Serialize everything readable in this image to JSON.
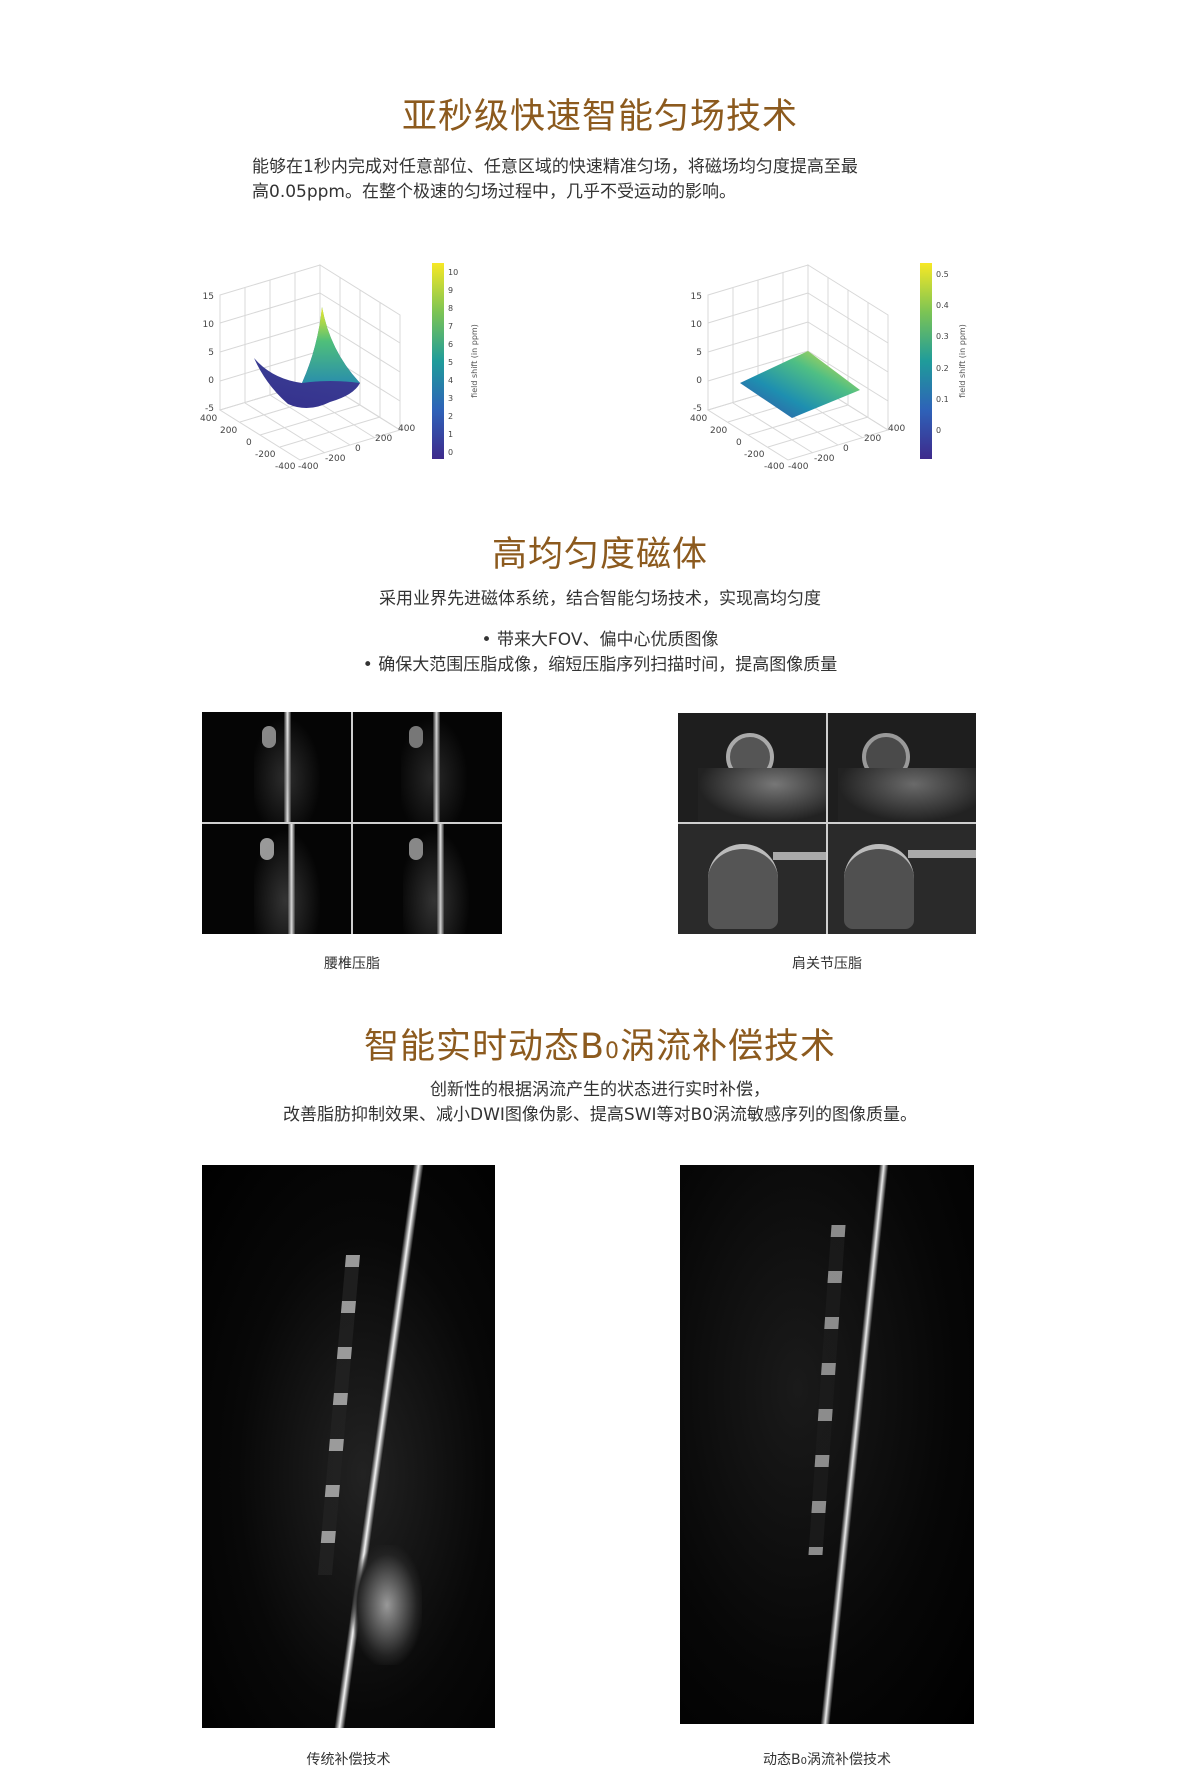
{
  "section1": {
    "title": "亚秒级快速智能匀场技术",
    "desc_line1": "能够在1秒内完成对任意部位、任意区域的快速精准匀场，将磁场均匀度提高至最",
    "desc_line2": "高0.05ppm。在整个极速的匀场过程中，几乎不受运动的影响。"
  },
  "chart_data": [
    {
      "type": "surface3d",
      "title": "",
      "z_ticks": [
        "15",
        "10",
        "5",
        "0",
        "-5"
      ],
      "x_ticks": [
        "400",
        "200",
        "0",
        "-200",
        "-400"
      ],
      "y_ticks": [
        "-400",
        "-200",
        "0",
        "200",
        "400"
      ],
      "colorbar_label": "field shift (in ppm)",
      "colorbar_ticks": [
        "10",
        "9",
        "8",
        "7",
        "6",
        "5",
        "4",
        "3",
        "2",
        "1",
        "0"
      ],
      "colorbar_range": [
        0,
        10.5
      ],
      "surface": "bowl with sharp corner peak",
      "colors": {
        "low": "#3b2f8f",
        "mid": "#1fa0a0",
        "high": "#f3e81f"
      }
    },
    {
      "type": "surface3d",
      "title": "",
      "z_ticks": [
        "15",
        "10",
        "5",
        "0",
        "-5"
      ],
      "x_ticks": [
        "400",
        "200",
        "0",
        "-200",
        "-400"
      ],
      "y_ticks": [
        "-400",
        "-200",
        "0",
        "200",
        "400"
      ],
      "colorbar_label": "field shift (in ppm)",
      "colorbar_ticks": [
        "0.5",
        "0.4",
        "0.3",
        "0.2",
        "0.1",
        "0"
      ],
      "colorbar_range": [
        -0.08,
        0.55
      ],
      "surface": "flat tilted plane",
      "colors": {
        "low": "#3b2f8f",
        "mid": "#1fa0a0",
        "high": "#f3e81f"
      }
    }
  ],
  "section2": {
    "title": "高均匀度磁体",
    "desc": "采用业界先进磁体系统，结合智能匀场技术，实现高均匀度",
    "bullet1": "• 带来大FOV、偏中心优质图像",
    "bullet2": "• 确保大范围压脂成像，缩短压脂序列扫描时间，提高图像质量",
    "caption_left": "腰椎压脂",
    "caption_right": "肩关节压脂"
  },
  "section3": {
    "title": "智能实时动态B0涡流补偿技术",
    "title_before": "智能实时动态",
    "title_b": "B",
    "title_sub": "0",
    "title_after": "涡流补偿技术",
    "desc_line1": "创新性的根据涡流产生的状态进行实时补偿，",
    "desc_line2": "改善脂肪抑制效果、减小DWI图像伪影、提高SWI等对B0涡流敏感序列的图像质量。",
    "caption_left": "传统补偿技术",
    "caption_right_before": "动态B",
    "caption_right_sub": "0",
    "caption_right_after": "涡流补偿技术"
  }
}
